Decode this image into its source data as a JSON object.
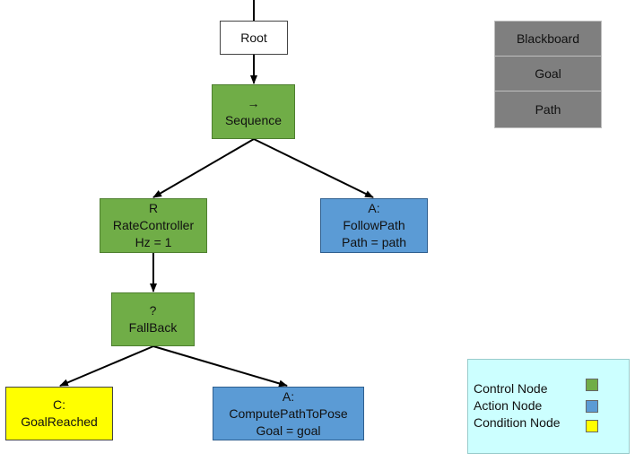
{
  "tree": {
    "root": {
      "label": "Root"
    },
    "sequence": {
      "symbol": "→",
      "label": "Sequence"
    },
    "rate_controller": {
      "symbol": "R",
      "label": "RateController",
      "param": "Hz = 1"
    },
    "follow_path": {
      "symbol": "A:",
      "label": "FollowPath",
      "param": "Path = path"
    },
    "fallback": {
      "symbol": "?",
      "label": "FallBack"
    },
    "goal_reached": {
      "symbol": "C:",
      "label": "GoalReached"
    },
    "compute_path": {
      "symbol": "A:",
      "label": "ComputePathToPose",
      "param": "Goal = goal"
    }
  },
  "blackboard": {
    "title": "Blackboard",
    "entries": [
      "Goal",
      "Path"
    ]
  },
  "legend": {
    "items": [
      {
        "label": "Control Node",
        "color": "#70ad47"
      },
      {
        "label": "Action Node",
        "color": "#5b9bd5"
      },
      {
        "label": "Condition Node",
        "color": "#ffff00"
      }
    ]
  }
}
